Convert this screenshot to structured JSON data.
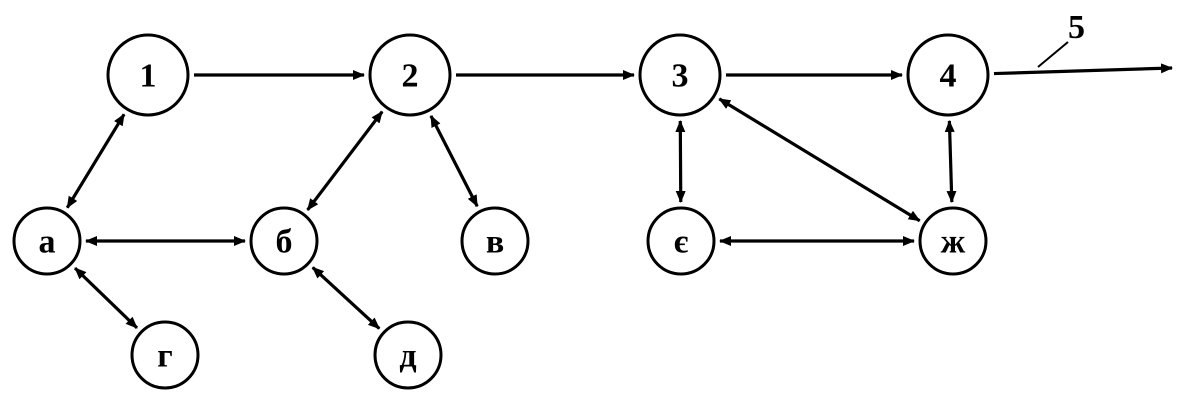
{
  "diagram": {
    "nodes": [
      {
        "id": "n1",
        "label": "1"
      },
      {
        "id": "n2",
        "label": "2"
      },
      {
        "id": "n3",
        "label": "3"
      },
      {
        "id": "n4",
        "label": "4"
      },
      {
        "id": "na",
        "label": "а"
      },
      {
        "id": "nb",
        "label": "б"
      },
      {
        "id": "nv",
        "label": "в"
      },
      {
        "id": "ng",
        "label": "г"
      },
      {
        "id": "nd",
        "label": "д"
      },
      {
        "id": "ne",
        "label": "є"
      },
      {
        "id": "nzh",
        "label": "ж"
      }
    ],
    "edges": [
      {
        "from": "n1",
        "to": "n2",
        "direction": "forward"
      },
      {
        "from": "n2",
        "to": "n3",
        "direction": "forward"
      },
      {
        "from": "n3",
        "to": "n4",
        "direction": "forward"
      },
      {
        "from": "n4",
        "to": "out",
        "direction": "forward"
      },
      {
        "from": "n1",
        "to": "na",
        "direction": "both"
      },
      {
        "from": "na",
        "to": "nb",
        "direction": "both"
      },
      {
        "from": "na",
        "to": "ng",
        "direction": "both"
      },
      {
        "from": "n2",
        "to": "nb",
        "direction": "both"
      },
      {
        "from": "n2",
        "to": "nv",
        "direction": "both"
      },
      {
        "from": "nb",
        "to": "nd",
        "direction": "both"
      },
      {
        "from": "n3",
        "to": "ne",
        "direction": "both"
      },
      {
        "from": "n3",
        "to": "nzh",
        "direction": "both"
      },
      {
        "from": "ne",
        "to": "nzh",
        "direction": "both"
      },
      {
        "from": "n4",
        "to": "nzh",
        "direction": "both"
      }
    ],
    "output_label": "5"
  }
}
